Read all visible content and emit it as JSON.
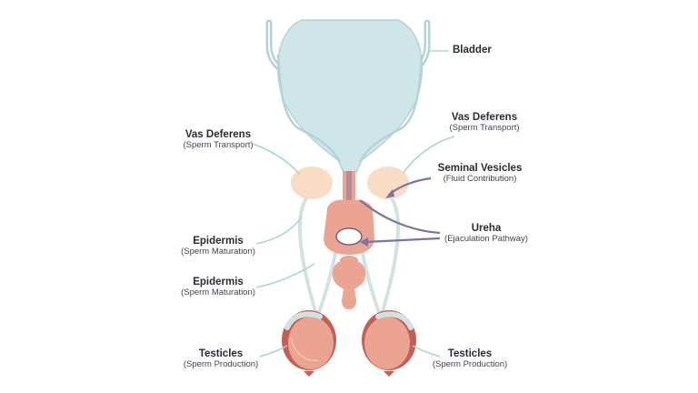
{
  "labels": {
    "bladder": {
      "title": "Bladder"
    },
    "vas_left": {
      "title": "Vas Deferens",
      "sub": "(Sperm Transport)"
    },
    "vas_right": {
      "title": "Vas Deferens",
      "sub": "(Sperm Transport)"
    },
    "seminal": {
      "title": "Seminal Vesicles",
      "sub": "(Fluid Contribution)"
    },
    "epid_1": {
      "title": "Epidermis",
      "sub": "(Sperm Maturation)"
    },
    "urethra": {
      "title": "Ureha",
      "sub": "(Ejaculation Pathway)"
    },
    "epid_2": {
      "title": "Epidermis",
      "sub": "(Sperm Maturation)"
    },
    "test_left": {
      "title": "Testicles",
      "sub": "(Sperm Production)"
    },
    "test_right": {
      "title": "Testicles",
      "sub": "(Sperm Production)"
    }
  },
  "colors": {
    "bladder_fill": "#cfe6e8",
    "bladder_stroke": "#b4d3d7",
    "vesicle_fill": "#f8dcc4",
    "organ_fill": "#eba392",
    "testis_dark": "#c45f57",
    "duct": "#cfe4e2",
    "pointer": "#7b73a3",
    "leader": "#a8d3cf"
  }
}
